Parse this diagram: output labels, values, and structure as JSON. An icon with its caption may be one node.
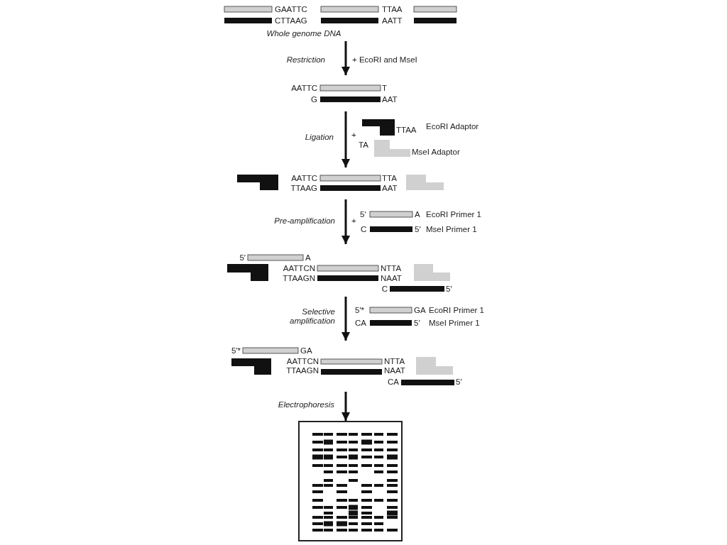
{
  "diagram": {
    "nodes": [
      {
        "text": [
          "GAATTC",
          "TTAA",
          "CTTAAG",
          "AATT",
          "Whole genome DNA"
        ]
      },
      {
        "text": [
          "AATTC",
          "T",
          "G",
          "AAT"
        ]
      },
      {
        "text": [
          "AATTC",
          "TTA",
          "TTAAG",
          "AAT"
        ]
      },
      {
        "text": [
          "5′",
          "A",
          "AATTCN",
          "NTTA",
          "TTAAGN",
          "NAAT",
          "C",
          "5′"
        ]
      },
      {
        "text": [
          "5′*",
          "GA",
          "AATTCN",
          "NTTA",
          "TTAAGN",
          "NAAT",
          "CA",
          "5′"
        ]
      },
      {
        "text": [],
        "shape": "picture"
      }
    ],
    "edges": [
      {
        "from": 0,
        "to": 1,
        "arrow": "to",
        "label": "Restriction"
      },
      {
        "from": 1,
        "to": 2,
        "arrow": "to",
        "label": "Ligation"
      },
      {
        "from": 2,
        "to": 3,
        "arrow": "to",
        "label": "Pre-amplification"
      },
      {
        "from": 3,
        "to": 4,
        "arrow": "to",
        "label": "Selective amplification"
      },
      {
        "from": 4,
        "to": 5,
        "arrow": "to",
        "label": "Electrophoresis"
      }
    ],
    "labels": [
      "+ EcoRI and MseI",
      "+",
      "TTAA",
      "EcoRI Adaptor",
      "TA",
      "MseI Adaptor",
      "+",
      "5′",
      "A",
      "EcoRI Primer 1",
      "C",
      "5′",
      "MseI Primer 1",
      "5′*",
      "GA",
      "EcoRI Primer 1",
      "CA",
      "5′",
      "MseI Primer 1"
    ]
  }
}
